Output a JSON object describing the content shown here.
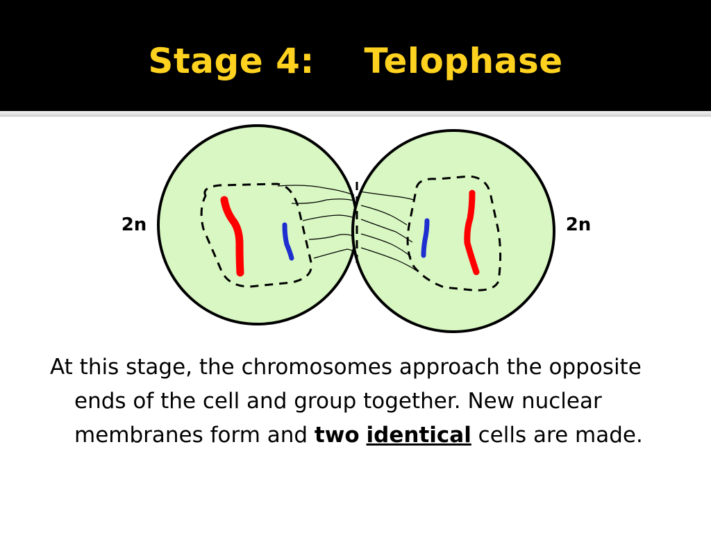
{
  "slide": {
    "title": "Stage 4:    Telophase",
    "title_color": "#ffd21f",
    "background": "#ffffff",
    "header_background": "#000000"
  },
  "diagram": {
    "left_label": "2n",
    "right_label": "2n",
    "cell_fill": "#d8f7c2",
    "outline_color": "#000000",
    "chromosome_long_color": "#ff0000",
    "chromosome_short_color": "#1e2fd0"
  },
  "body": {
    "part1": "At this stage, the chromosomes approach the opposite ends of the cell and group together. New nuclear membranes form and ",
    "emphasis1": "two",
    "space": " ",
    "emphasis2": "identical",
    "part2": " cells are made."
  }
}
